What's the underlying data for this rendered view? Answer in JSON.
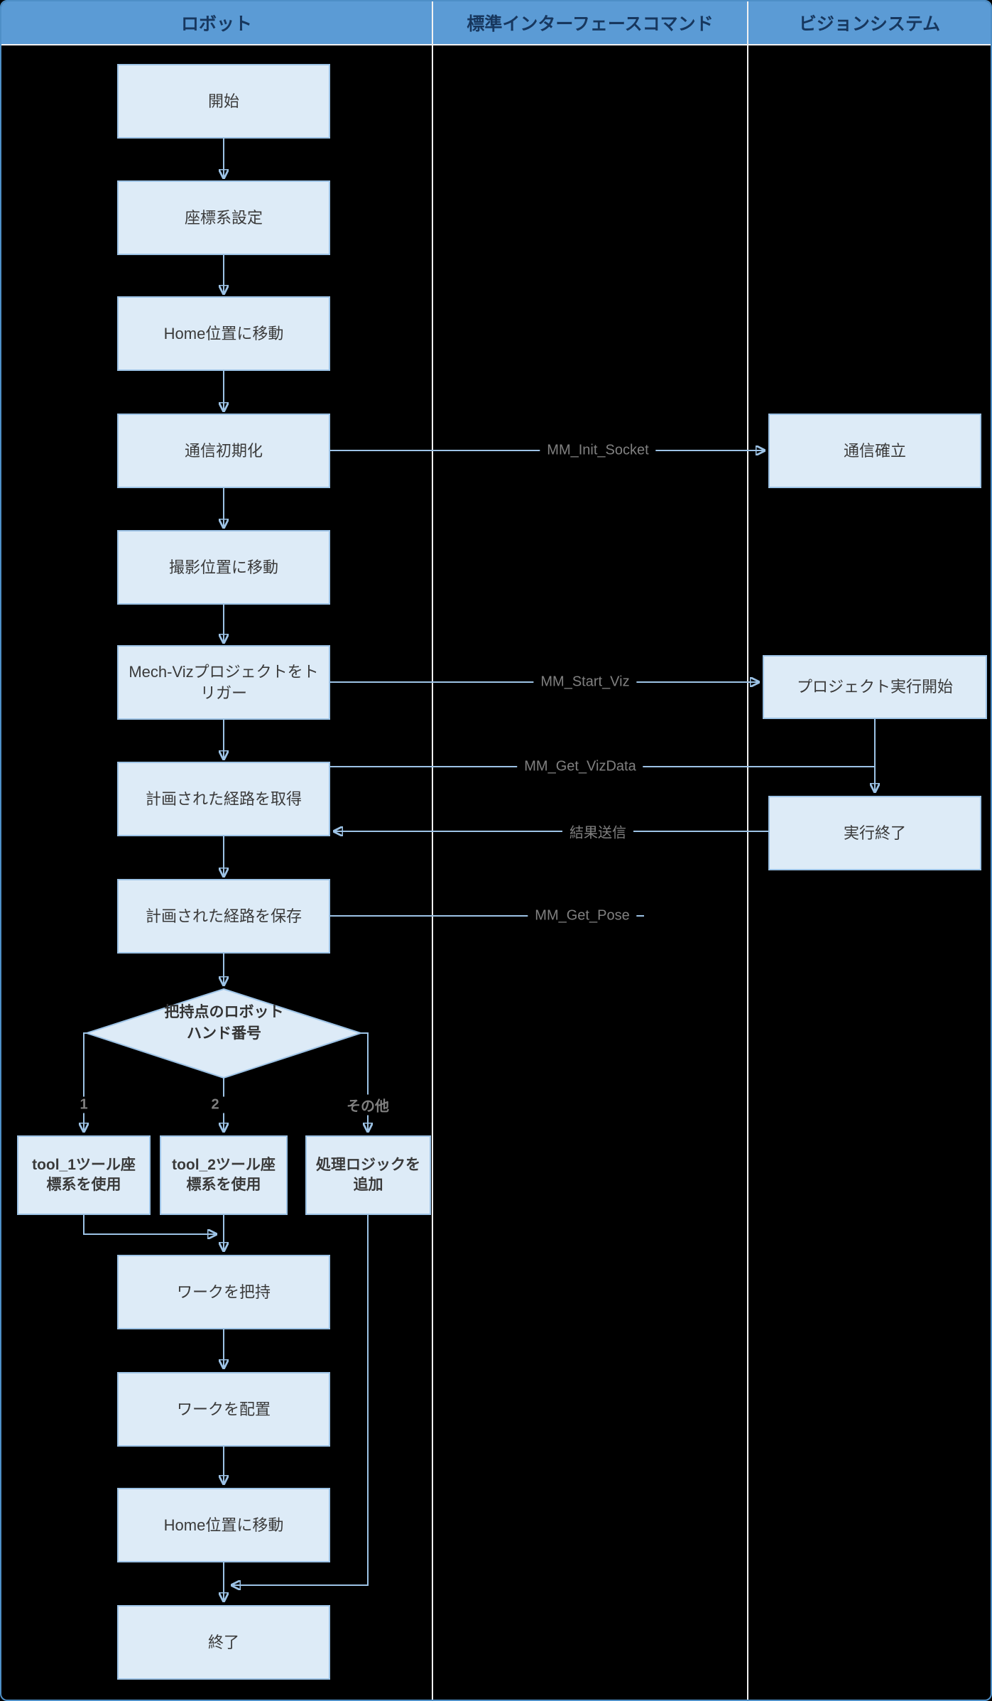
{
  "header": {
    "columns": [
      {
        "label": "ロボット"
      },
      {
        "label": "標準インターフェースコマンド"
      },
      {
        "label": "ビジョンシステム"
      }
    ]
  },
  "robot_flow": {
    "start": "開始",
    "set_coordinate": "座標系設定",
    "move_home_1": "Home位置に移動",
    "init_comm": "通信初期化",
    "move_capture": "撮影位置に移動",
    "trigger_viz": "Mech-Vizプロジェクトをトリガー",
    "get_path": "計画された経路を取得",
    "save_path": "計画された経路を保存",
    "decision": "把持点のロボットハンド番号",
    "branch1_label": "1",
    "branch2_label": "2",
    "branch_other_label": "その他",
    "tool1": "tool_1ツール座標系を使用",
    "tool2": "tool_2ツール座標系を使用",
    "other_logic": "処理ロジックを追加",
    "grasp": "ワークを把持",
    "place": "ワークを配置",
    "move_home_2": "Home位置に移動",
    "end": "終了"
  },
  "commands": {
    "init_socket": "MM_Init_Socket",
    "start_viz": "MM_Start_Viz",
    "get_vizdata": "MM_Get_VizData",
    "send_result": "結果送信",
    "get_pose": "MM_Get_Pose"
  },
  "vision_flow": {
    "comm_established": "通信確立",
    "project_start": "プロジェクト実行開始",
    "execution_end": "実行終了"
  },
  "colors": {
    "background": "#000000",
    "header_bg": "#5B9BD5",
    "header_text": "#17375E",
    "node_fill": "#DDEBF7",
    "node_border": "#9DC3E6",
    "connector": "#9DC3E6",
    "edge_label_text": "#808080",
    "divider": "#F2F2F2"
  }
}
